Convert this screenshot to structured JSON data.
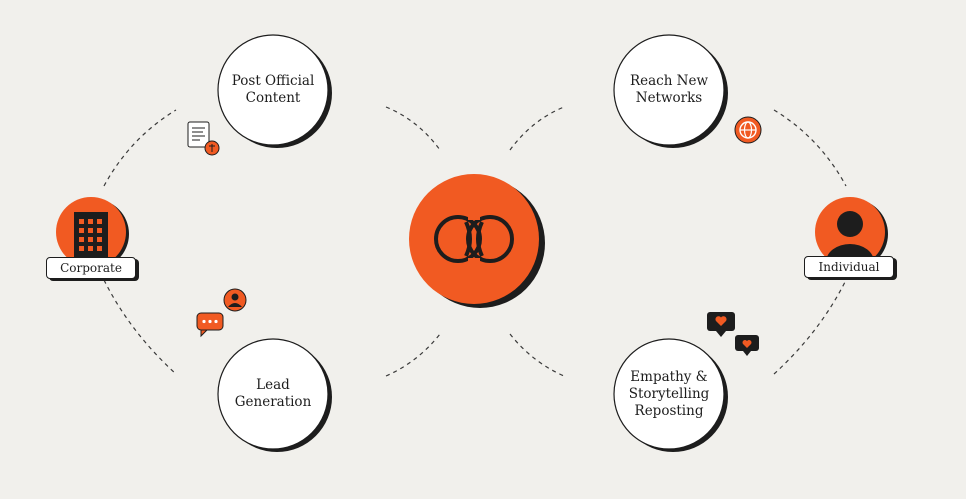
{
  "colors": {
    "accent": "#f15a22",
    "ink": "#1d1d1d",
    "background": "#f1f0ec",
    "circle_fill": "#ffffff"
  },
  "center": {
    "icon": "interlocking-rings-logo"
  },
  "nodes": {
    "post_official_content": "Post Official\nContent",
    "reach_new_networks": "Reach New\nNetworks",
    "lead_generation": "Lead\nGeneration",
    "empathy_storytelling": "Empathy &\nStorytelling\nReposting"
  },
  "entities": {
    "corporate": {
      "label": "Corporate",
      "icon": "building-icon"
    },
    "individual": {
      "label": "Individual",
      "icon": "person-icon"
    }
  },
  "small_icons": [
    "document-icon",
    "anchor-badge-icon",
    "globe-icon",
    "user-avatar-icon",
    "chat-bubble-icon",
    "heart-message-icon"
  ]
}
